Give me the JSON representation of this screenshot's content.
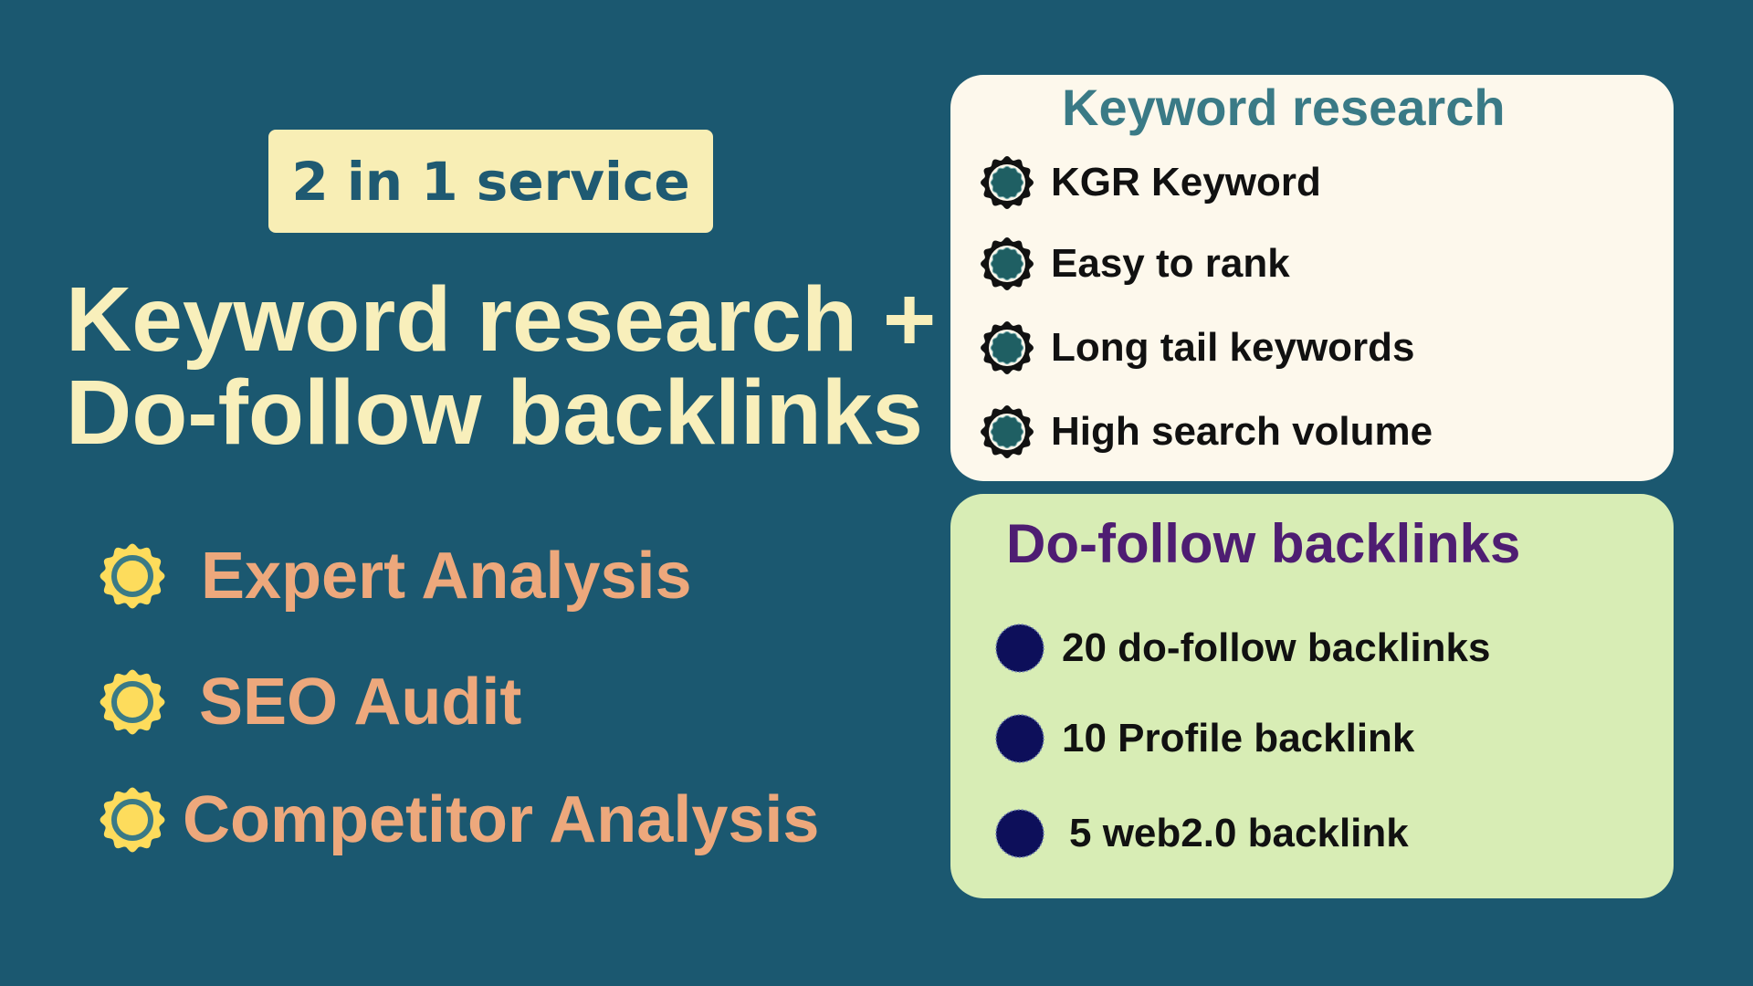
{
  "badge": "2 in 1 service",
  "headline": {
    "line1": "Keyword research +",
    "line2": "Do-follow backlinks"
  },
  "features": [
    "Expert Analysis",
    "SEO Audit",
    "Competitor Analysis"
  ],
  "keyword_card": {
    "title": "Keyword research",
    "items": [
      "KGR Keyword",
      "Easy to rank",
      "Long tail keywords",
      "High search volume"
    ]
  },
  "backlink_card": {
    "title": "Do-follow backlinks",
    "items": [
      "20 do-follow backlinks",
      "10 Profile backlink",
      "5 web2.0 backlink"
    ]
  },
  "colors": {
    "background": "#1b5870",
    "headline": "#f8efbb",
    "feature": "#eda87c",
    "keyword_title": "#3a7a86",
    "backlink_title": "#4e1d72"
  }
}
